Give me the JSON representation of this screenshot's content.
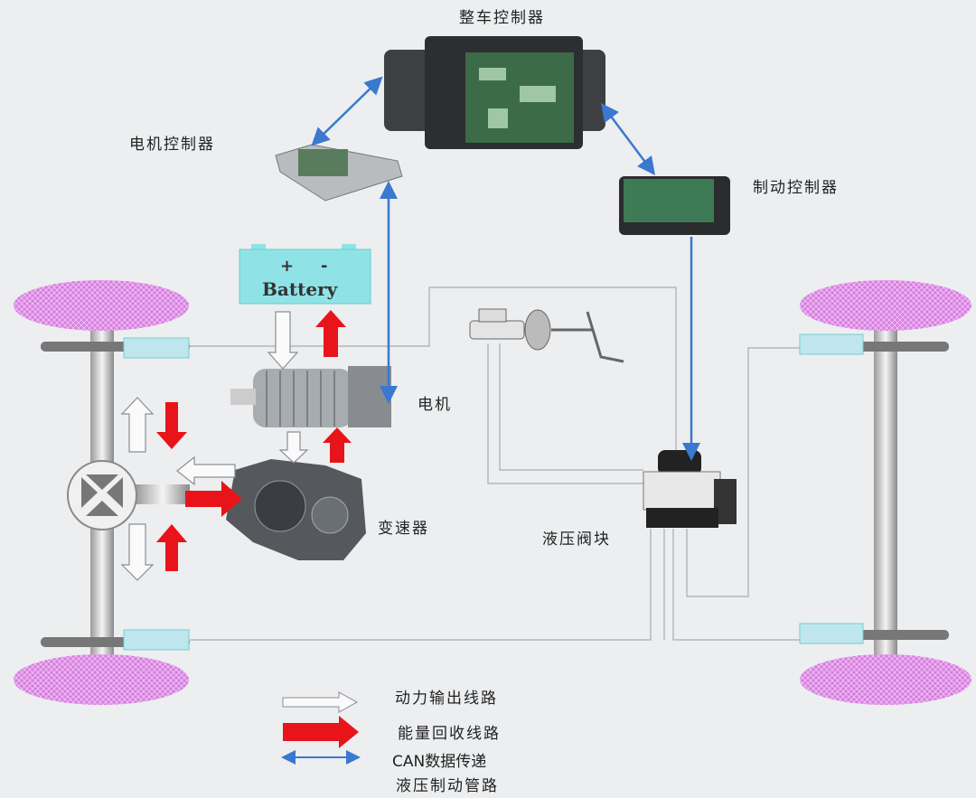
{
  "labels": {
    "vehicle_controller": "整车控制器",
    "motor_controller": "电机控制器",
    "brake_controller": "制动控制器",
    "battery": "Battery",
    "battery_plus": "+",
    "battery_minus": "-",
    "motor": "电机",
    "transmission": "变速器",
    "hydraulic_valve_block": "液压阀块"
  },
  "legend": [
    {
      "label": "动力输出线路",
      "style": "white-hollow-arrow"
    },
    {
      "label": "能量回收线路",
      "style": "red-solid-arrow",
      "color": "#e8141a"
    },
    {
      "label": "CAN数据传递",
      "style": "blue-double-arrow",
      "color": "#3b78d0"
    },
    {
      "label": "液压制动管路",
      "style": "thin-grey-line"
    }
  ],
  "colors": {
    "background": "#eceef0",
    "tire": "#d77fe0",
    "battery": "#8fe3e6",
    "can": "#3b78d0",
    "recovery": "#e8141a"
  }
}
